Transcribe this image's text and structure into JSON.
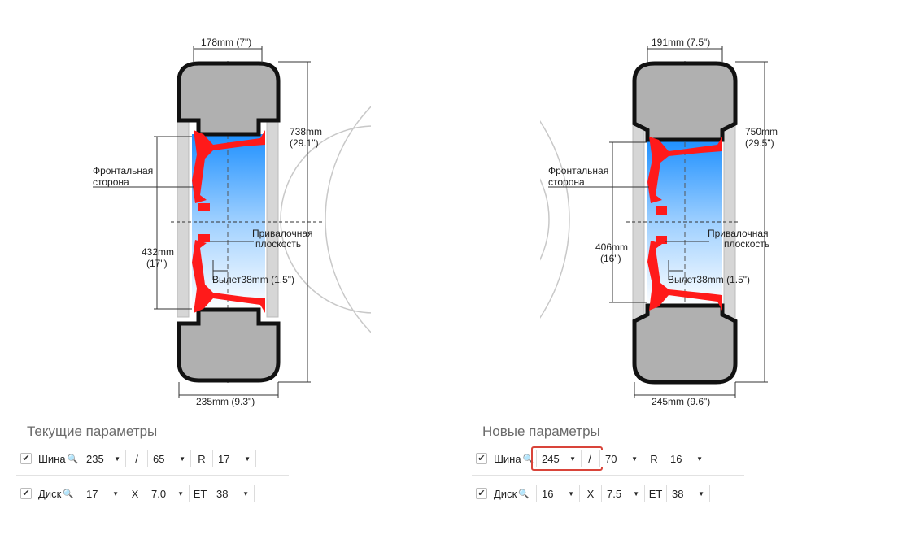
{
  "left": {
    "top_width": "178mm (7\")",
    "height_mm": "738mm",
    "height_in": "(29.1\")",
    "rim_mm": "432mm",
    "rim_in": "(17\")",
    "bottom_width": "235mm (9.3\")",
    "offset": "Вылет38mm (1.5\")",
    "title": "Текущие параметры",
    "tire": {
      "label": "Шина",
      "width": "235",
      "sep1": "/",
      "profile": "65",
      "sep2": "R",
      "diameter": "17"
    },
    "disk": {
      "label": "Диск",
      "diameter": "17",
      "sep1": "X",
      "width": "7.0",
      "sep2": "ET",
      "et": "38"
    }
  },
  "right": {
    "top_width": "191mm (7.5\")",
    "height_mm": "750mm",
    "height_in": "(29.5\")",
    "rim_mm": "406mm",
    "rim_in": "(16\")",
    "bottom_width": "245mm (9.6\")",
    "offset": "Вылет38mm (1.5\")",
    "title": "Новые параметры",
    "tire": {
      "label": "Шина",
      "width": "245",
      "sep1": "/",
      "profile": "70",
      "sep2": "R",
      "diameter": "16"
    },
    "disk": {
      "label": "Диск",
      "diameter": "16",
      "sep1": "X",
      "width": "7.5",
      "sep2": "ET",
      "et": "38"
    }
  },
  "labels": {
    "front_side_1": "Фронтальная",
    "front_side_2": "сторона",
    "mount_1": "Привалочная",
    "mount_2": "плоскость"
  },
  "icons": {
    "checkbox": "✔",
    "magnifier": "🔍",
    "dropdown": "▼"
  },
  "colors": {
    "rim": "#ff1a1a",
    "tire": "#b0b0b0",
    "tire_outline": "#111111",
    "highlight": "#d9443a",
    "title": "#6b6b6b"
  }
}
